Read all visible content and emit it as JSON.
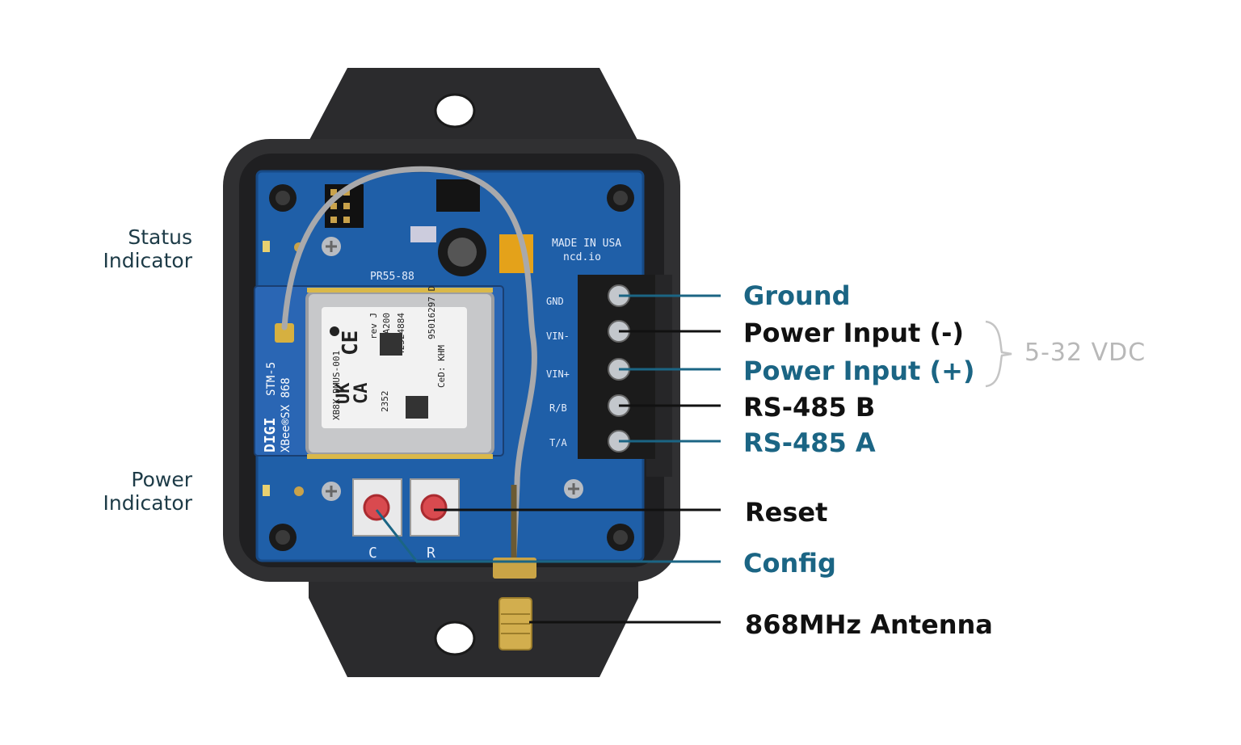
{
  "side_labels": {
    "status": [
      "Status",
      "Indicator"
    ],
    "power": [
      "Power",
      "Indicator"
    ]
  },
  "callouts": {
    "ground": "Ground",
    "power_neg": "Power Input (-)",
    "power_pos": "Power Input (+)",
    "rs485_b": "RS-485 B",
    "rs485_a": "RS-485 A",
    "reset": "Reset",
    "config": "Config",
    "antenna": "868MHz Antenna"
  },
  "voltage_range": "5-32 VDC",
  "board": {
    "made_in": "MADE IN USA",
    "brand": "ncd.io",
    "terminals": [
      "GND",
      "VIN-",
      "VIN+",
      "R/B",
      "T/A"
    ],
    "part": "PR55-88",
    "module": {
      "maker": "DIGI",
      "name": "XBee®SX 868",
      "variant": "STM-5",
      "model": "XB8X-DMUS-001",
      "rev": "rev J",
      "marks": [
        "UK",
        "CA"
      ],
      "ce": "CE",
      "id1": "0013A200",
      "id2": "42524884",
      "lot": "2352",
      "code": "95016297 D",
      "cert": "CeD: KHM"
    },
    "buttons": [
      "C",
      "R"
    ]
  },
  "colors": {
    "teal": "#1b6584",
    "dark": "#111111",
    "enclosure": "#2a2a2c",
    "pcb": "#1f5fa8"
  }
}
